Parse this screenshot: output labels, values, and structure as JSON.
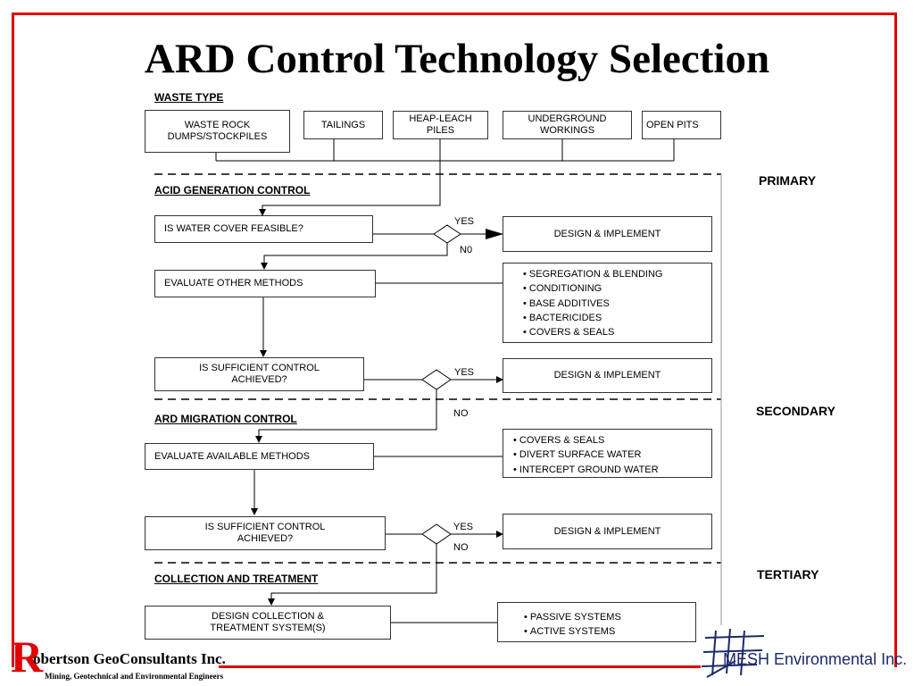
{
  "title": "ARD Control Technology Selection",
  "sections": {
    "waste_type": "WASTE TYPE",
    "acid_generation": "ACID GENERATION CONTROL",
    "ard_migration": "ARD MIGRATION CONTROL",
    "collection": "COLLECTION AND TREATMENT"
  },
  "tiers": {
    "primary": "PRIMARY",
    "secondary": "SECONDARY",
    "tertiary": "TERTIARY"
  },
  "waste_types": [
    "WASTE ROCK\nDUMPS/STOCKPILES",
    "TAILINGS",
    "HEAP-LEACH\nPILES",
    "UNDERGROUND\nWORKINGS",
    "OPEN PITS"
  ],
  "steps": {
    "water_cover": "IS WATER COVER FEASIBLE?",
    "evaluate_other": "EVALUATE OTHER METHODS",
    "sufficient_1": "IS SUFFICIENT CONTROL\nACHIEVED?",
    "evaluate_available": "EVALUATE AVAILABLE METHODS",
    "sufficient_2": "IS SUFFICIENT CONTROL\nACHIEVED?",
    "design_collection": "DESIGN COLLECTION &\nTREATMENT SYSTEM(S)"
  },
  "outcomes": {
    "design_1": "DESIGN & IMPLEMENT",
    "design_2": "DESIGN & IMPLEMENT",
    "design_3": "DESIGN & IMPLEMENT"
  },
  "method_lists": {
    "acid_methods": [
      "SEGREGATION & BLENDING",
      "CONDITIONING",
      "BASE ADDITIVES",
      "BACTERICIDES",
      "COVERS & SEALS"
    ],
    "migration_methods": [
      "COVERS & SEALS",
      "DIVERT SURFACE WATER",
      "INTERCEPT GROUND WATER"
    ],
    "treatment_systems": [
      "PASSIVE SYSTEMS",
      "ACTIVE SYSTEMS"
    ]
  },
  "decisions": {
    "yes_1": "YES",
    "no_1": "N0",
    "yes_2": "YES",
    "no_2": "NO",
    "yes_3": "YES",
    "no_3": "NO"
  },
  "logos": {
    "left_initial": "R",
    "left_name": "obertson GeoConsultants Inc.",
    "left_sub": "Mining, Geotechnical and Environmental Engineers",
    "right_name": "MESH Environmental Inc."
  },
  "colors": {
    "frame": "#e00000",
    "mesh_text": "#1c2a6b"
  }
}
